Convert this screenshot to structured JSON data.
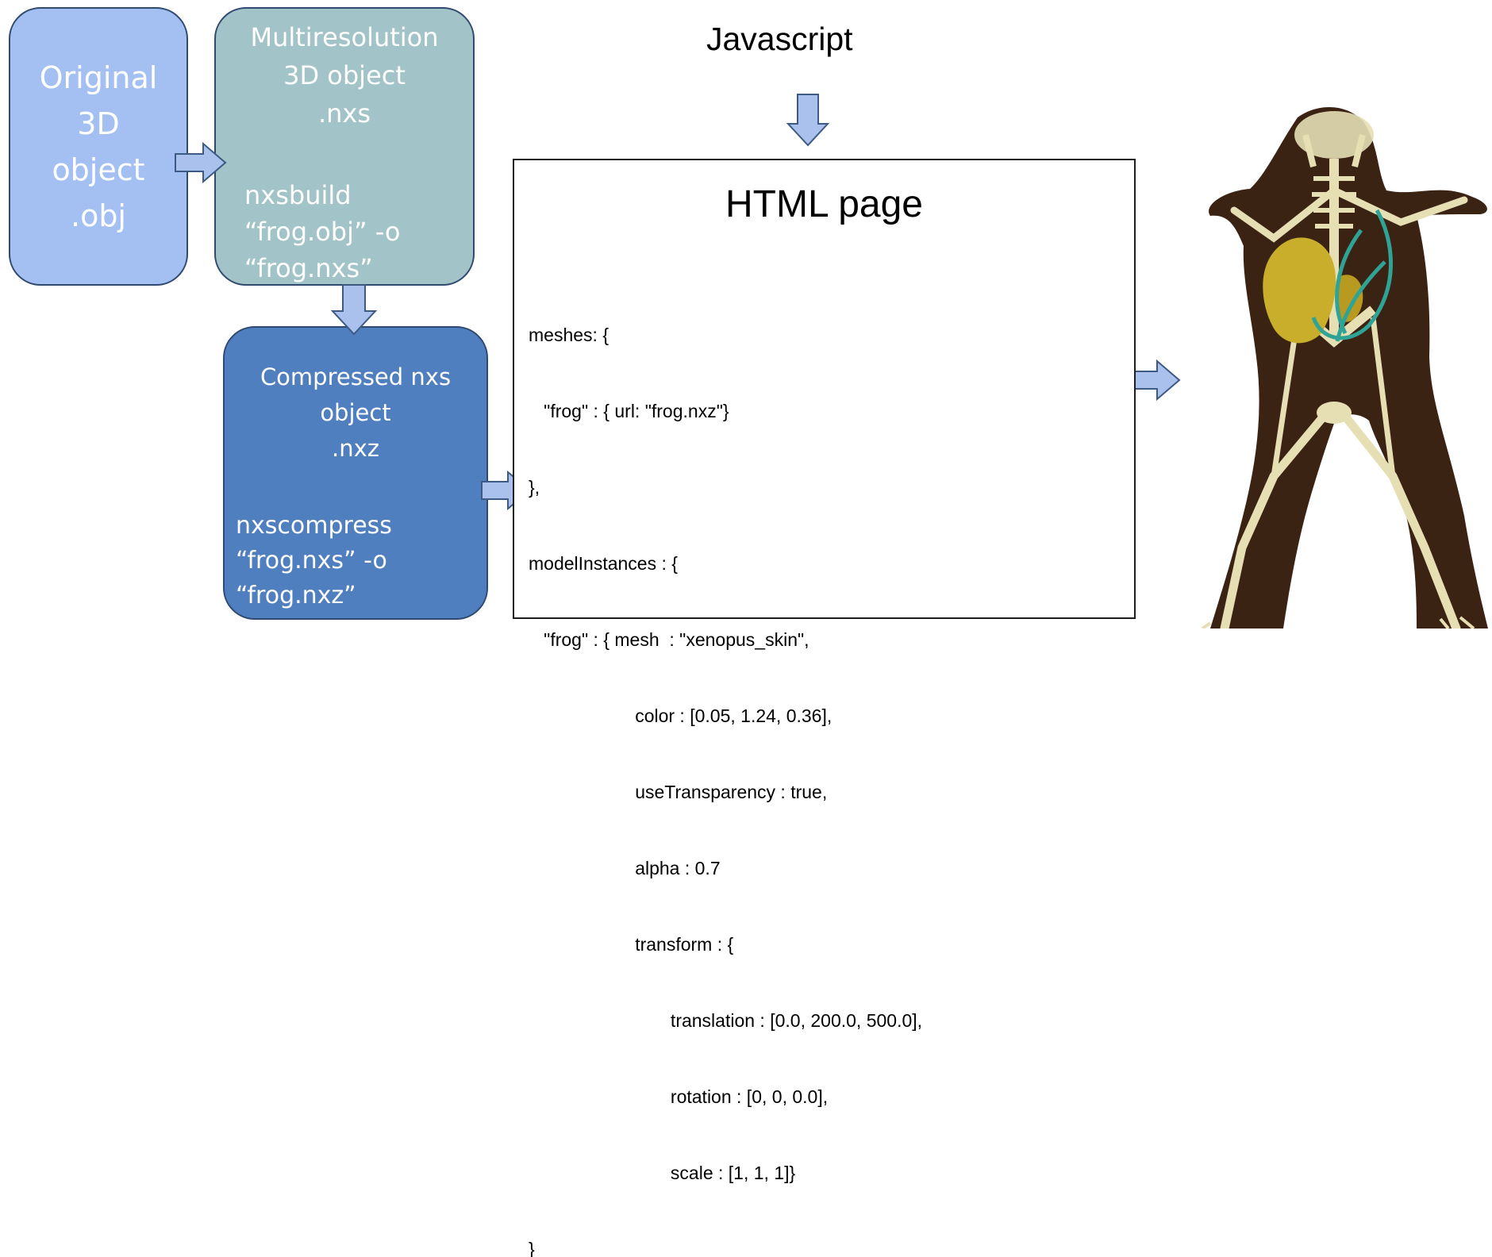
{
  "original": {
    "lines": [
      "Original",
      "3D",
      "object",
      ".obj"
    ]
  },
  "multires": {
    "title_lines": [
      "Multiresolution",
      "3D object",
      ".nxs"
    ],
    "command_lines": [
      "nxsbuild",
      "“frog.obj” -o",
      "“frog.nxs”"
    ]
  },
  "compressed": {
    "title_lines": [
      "Compressed nxs",
      "object",
      ".nxz"
    ],
    "command_lines": [
      "nxscompress",
      "“frog.nxs” -o",
      "“frog.nxz”"
    ]
  },
  "javascript_label": "Javascript",
  "html_page": {
    "title": "HTML page",
    "code_lines": [
      "meshes: {",
      "   \"frog\" : { url: \"frog.nxz\"}",
      "},",
      "modelInstances : {",
      "   \"frog\" : { mesh  : \"xenopus_skin\",",
      "                     color : [0.05, 1.24, 0.36],",
      "                     useTransparency : true,",
      "                     alpha : 0.7",
      "                     transform : {",
      "                            translation : [0.0, 200.0, 500.0],",
      "                            rotation : [0, 0, 0.0],",
      "                            scale : [1, 1, 1]}",
      "}"
    ]
  },
  "colors": {
    "original_box": "#a4c0f2",
    "multires_box": "#a2c3c7",
    "compressed_box": "#4f7fbf",
    "arrow_fill": "#a9c1ec",
    "arrow_stroke": "#3c5a84",
    "frog_skin": "#3b2314",
    "frog_bone": "#e6dfb4",
    "frog_organs": "#c8ae2a",
    "frog_vessels": "#2fa396"
  }
}
